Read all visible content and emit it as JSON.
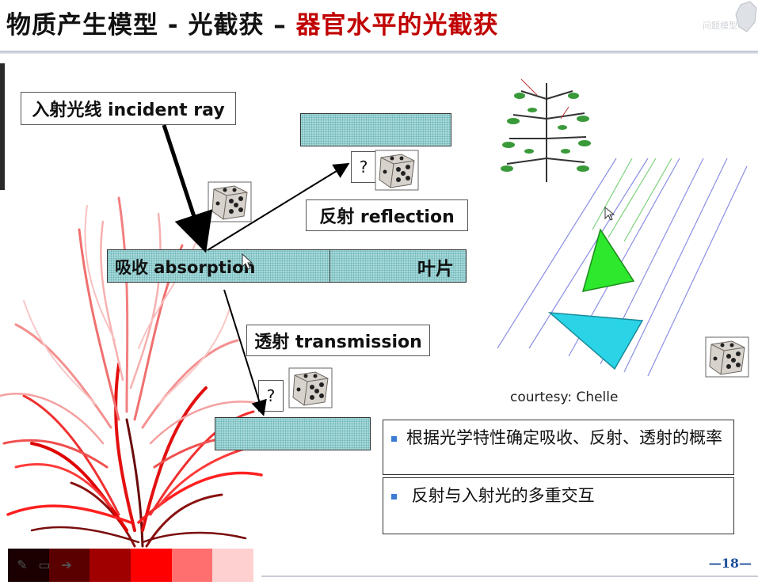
{
  "slide": {
    "title_part1": "物质产生模型 - 光截获 – ",
    "title_part2": "器官水平的光截获",
    "logo_text": "问题模型"
  },
  "labels": {
    "incident": "入射光线 incident ray",
    "reflection": "反射 reflection",
    "absorption": "吸收 absorption",
    "leaf": "叶片",
    "transmission": "透射 transmission",
    "question": "?"
  },
  "bullets": [
    "根据光学特性确定吸收、反射、透射的概率",
    " 反射与入射光的多重交互"
  ],
  "courtesy": "courtesy: Chelle",
  "page_number": "—18—",
  "colors": {
    "title_accent": "#c00000",
    "teal": "#a5d9da",
    "bullet": "#3b7bd4",
    "colorbar": [
      "#1a0000",
      "#5a0000",
      "#a00000",
      "#ff0000",
      "#ff6f6f",
      "#ffd0d0"
    ]
  }
}
